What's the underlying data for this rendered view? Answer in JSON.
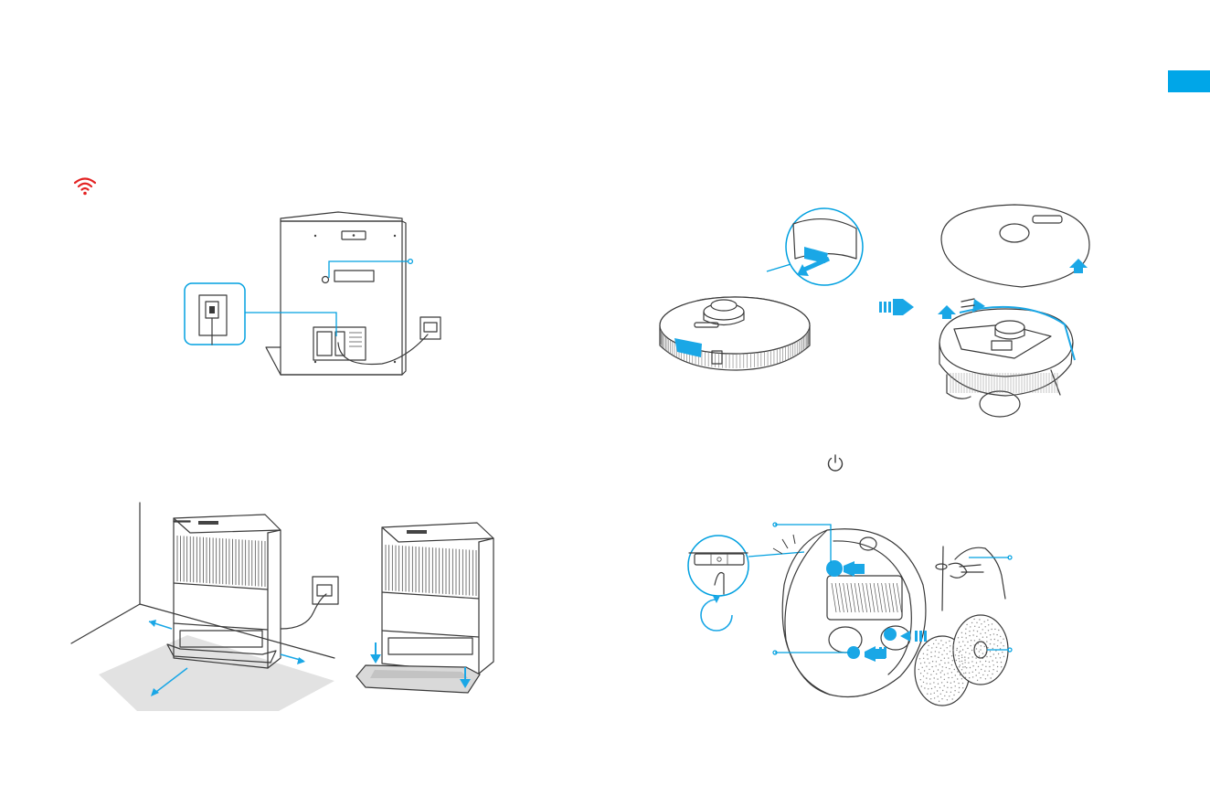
{
  "page": {
    "accent_color": "#00a6e8",
    "wifi_icon_color": "#e32222",
    "section_tab_color": "#00a6e8"
  },
  "icons": {
    "wifi": "wifi-icon",
    "power": "power-icon",
    "refresh": "refresh-icon"
  },
  "figures": [
    "dock-rear-power-connection",
    "dock-placement-clearance",
    "dock-ramp-install",
    "robot-cover-removal",
    "robot-underside-accessories"
  ]
}
